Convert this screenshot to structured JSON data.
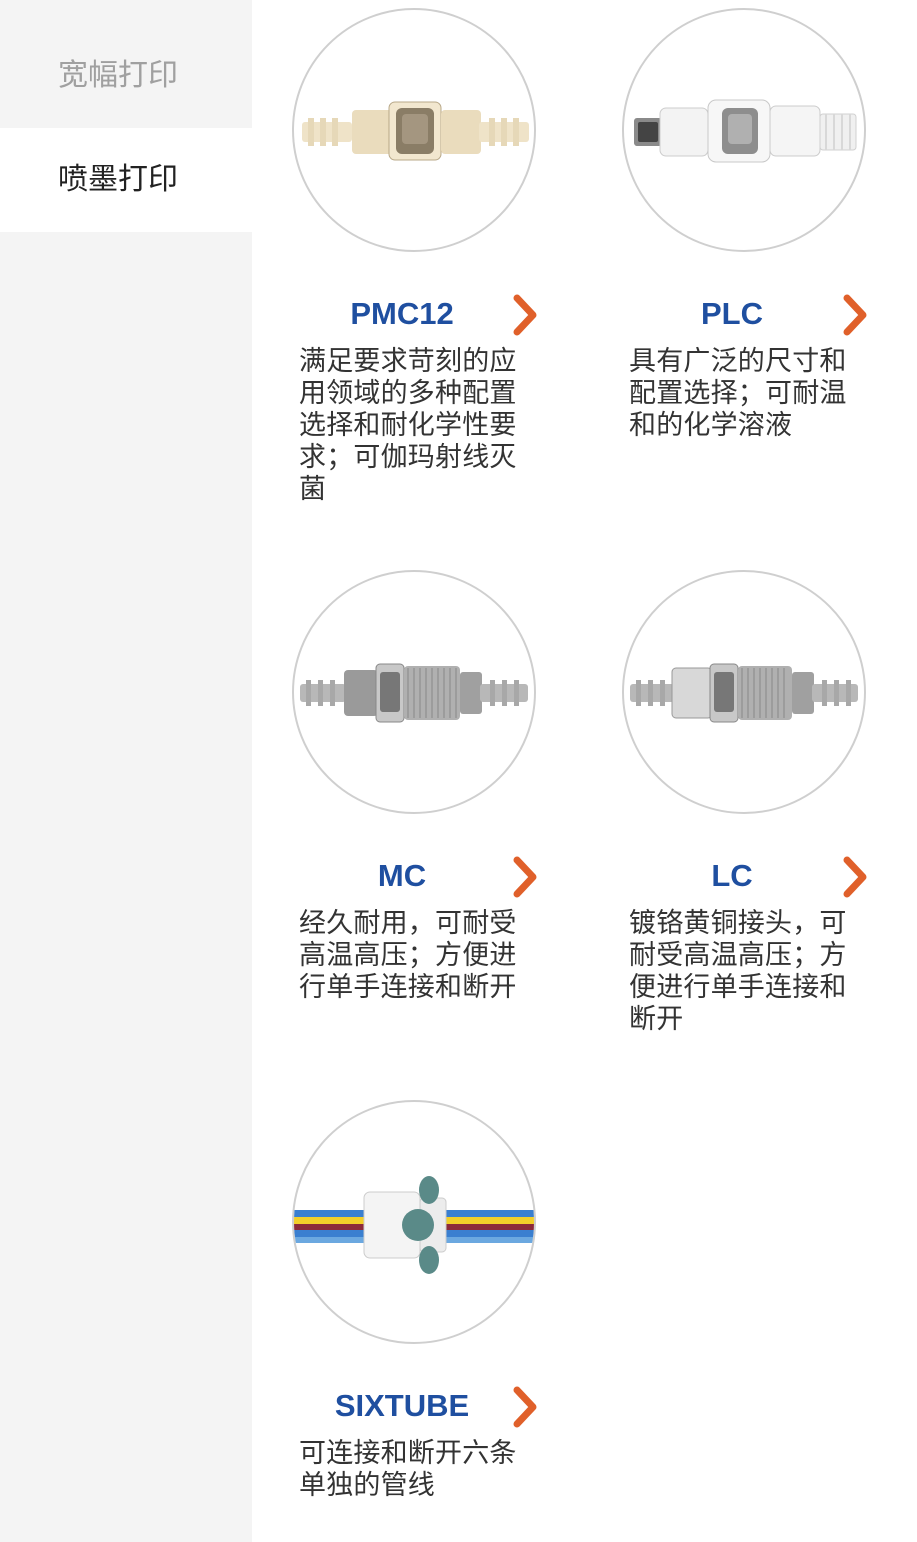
{
  "sidebar": {
    "items": [
      {
        "label": "宽幅打印",
        "active": false
      },
      {
        "label": "喷墨打印",
        "active": true
      }
    ]
  },
  "products": [
    {
      "name": "PMC12",
      "desc": "满足要求苛刻的应用领域的多种配置选择和耐化学性要求；可伽玛射线灭菌"
    },
    {
      "name": "PLC",
      "desc": "具有广泛的尺寸和配置选择；可耐温和的化学溶液"
    },
    {
      "name": "MC",
      "desc": "经久耐用，可耐受高温高压；方便进行单手连接和断开"
    },
    {
      "name": "LC",
      "desc": "镀铬黄铜接头，可耐受高温高压；方便进行单手连接和断开"
    },
    {
      "name": "SIXTUBE",
      "desc": "可连接和断开六条单独的管线"
    }
  ],
  "colors": {
    "title": "#1f4fa0",
    "arrow": "#e0602a",
    "sidebar_bg": "#f4f4f4"
  }
}
